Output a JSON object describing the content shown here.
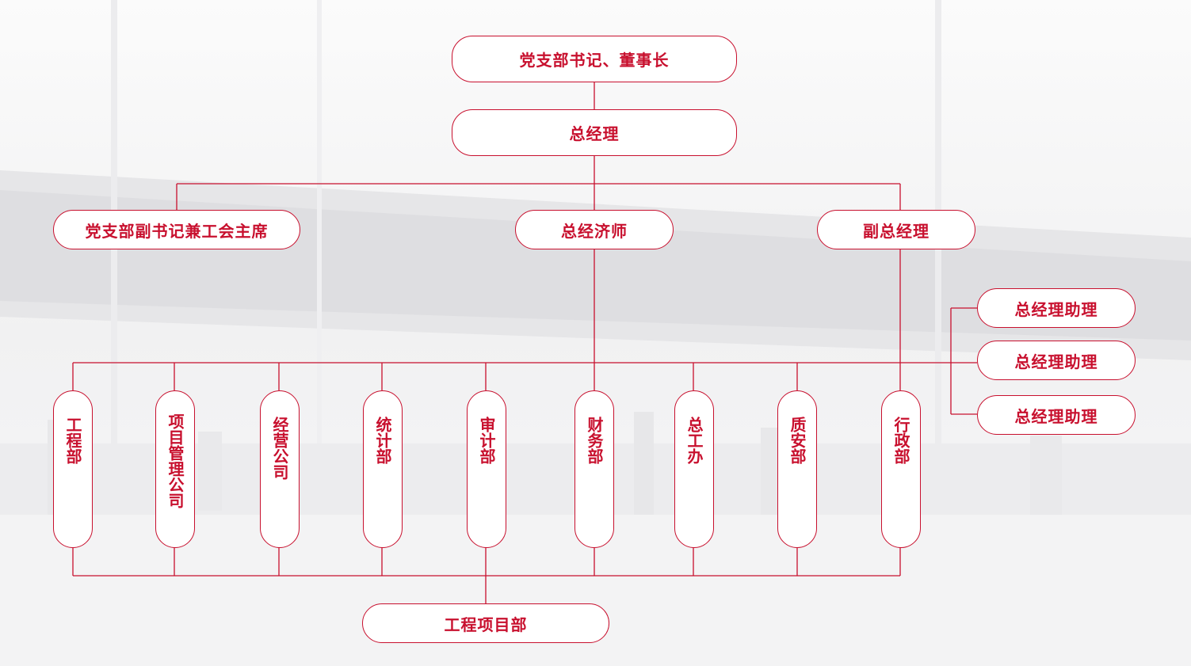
{
  "colors": {
    "accent": "#c8102e",
    "box_fill": "#ffffff",
    "background": "#f5f5f6"
  },
  "background_image": "bridge-photo-faded",
  "org": {
    "chairman": "党支部书记、董事长",
    "general_manager": "总经理",
    "deputy_secretary": "党支部副书记兼工会主席",
    "chief_economist": "总经济师",
    "deputy_gm": "副总经理",
    "assistants": [
      "总经理助理",
      "总经理助理",
      "总经理助理"
    ],
    "departments": [
      "工程部",
      "项目管理公司",
      "经营公司",
      "统计部",
      "审计部",
      "财务部",
      "总工办",
      "质安部",
      "行政部"
    ],
    "project_dept": "工程项目部"
  }
}
